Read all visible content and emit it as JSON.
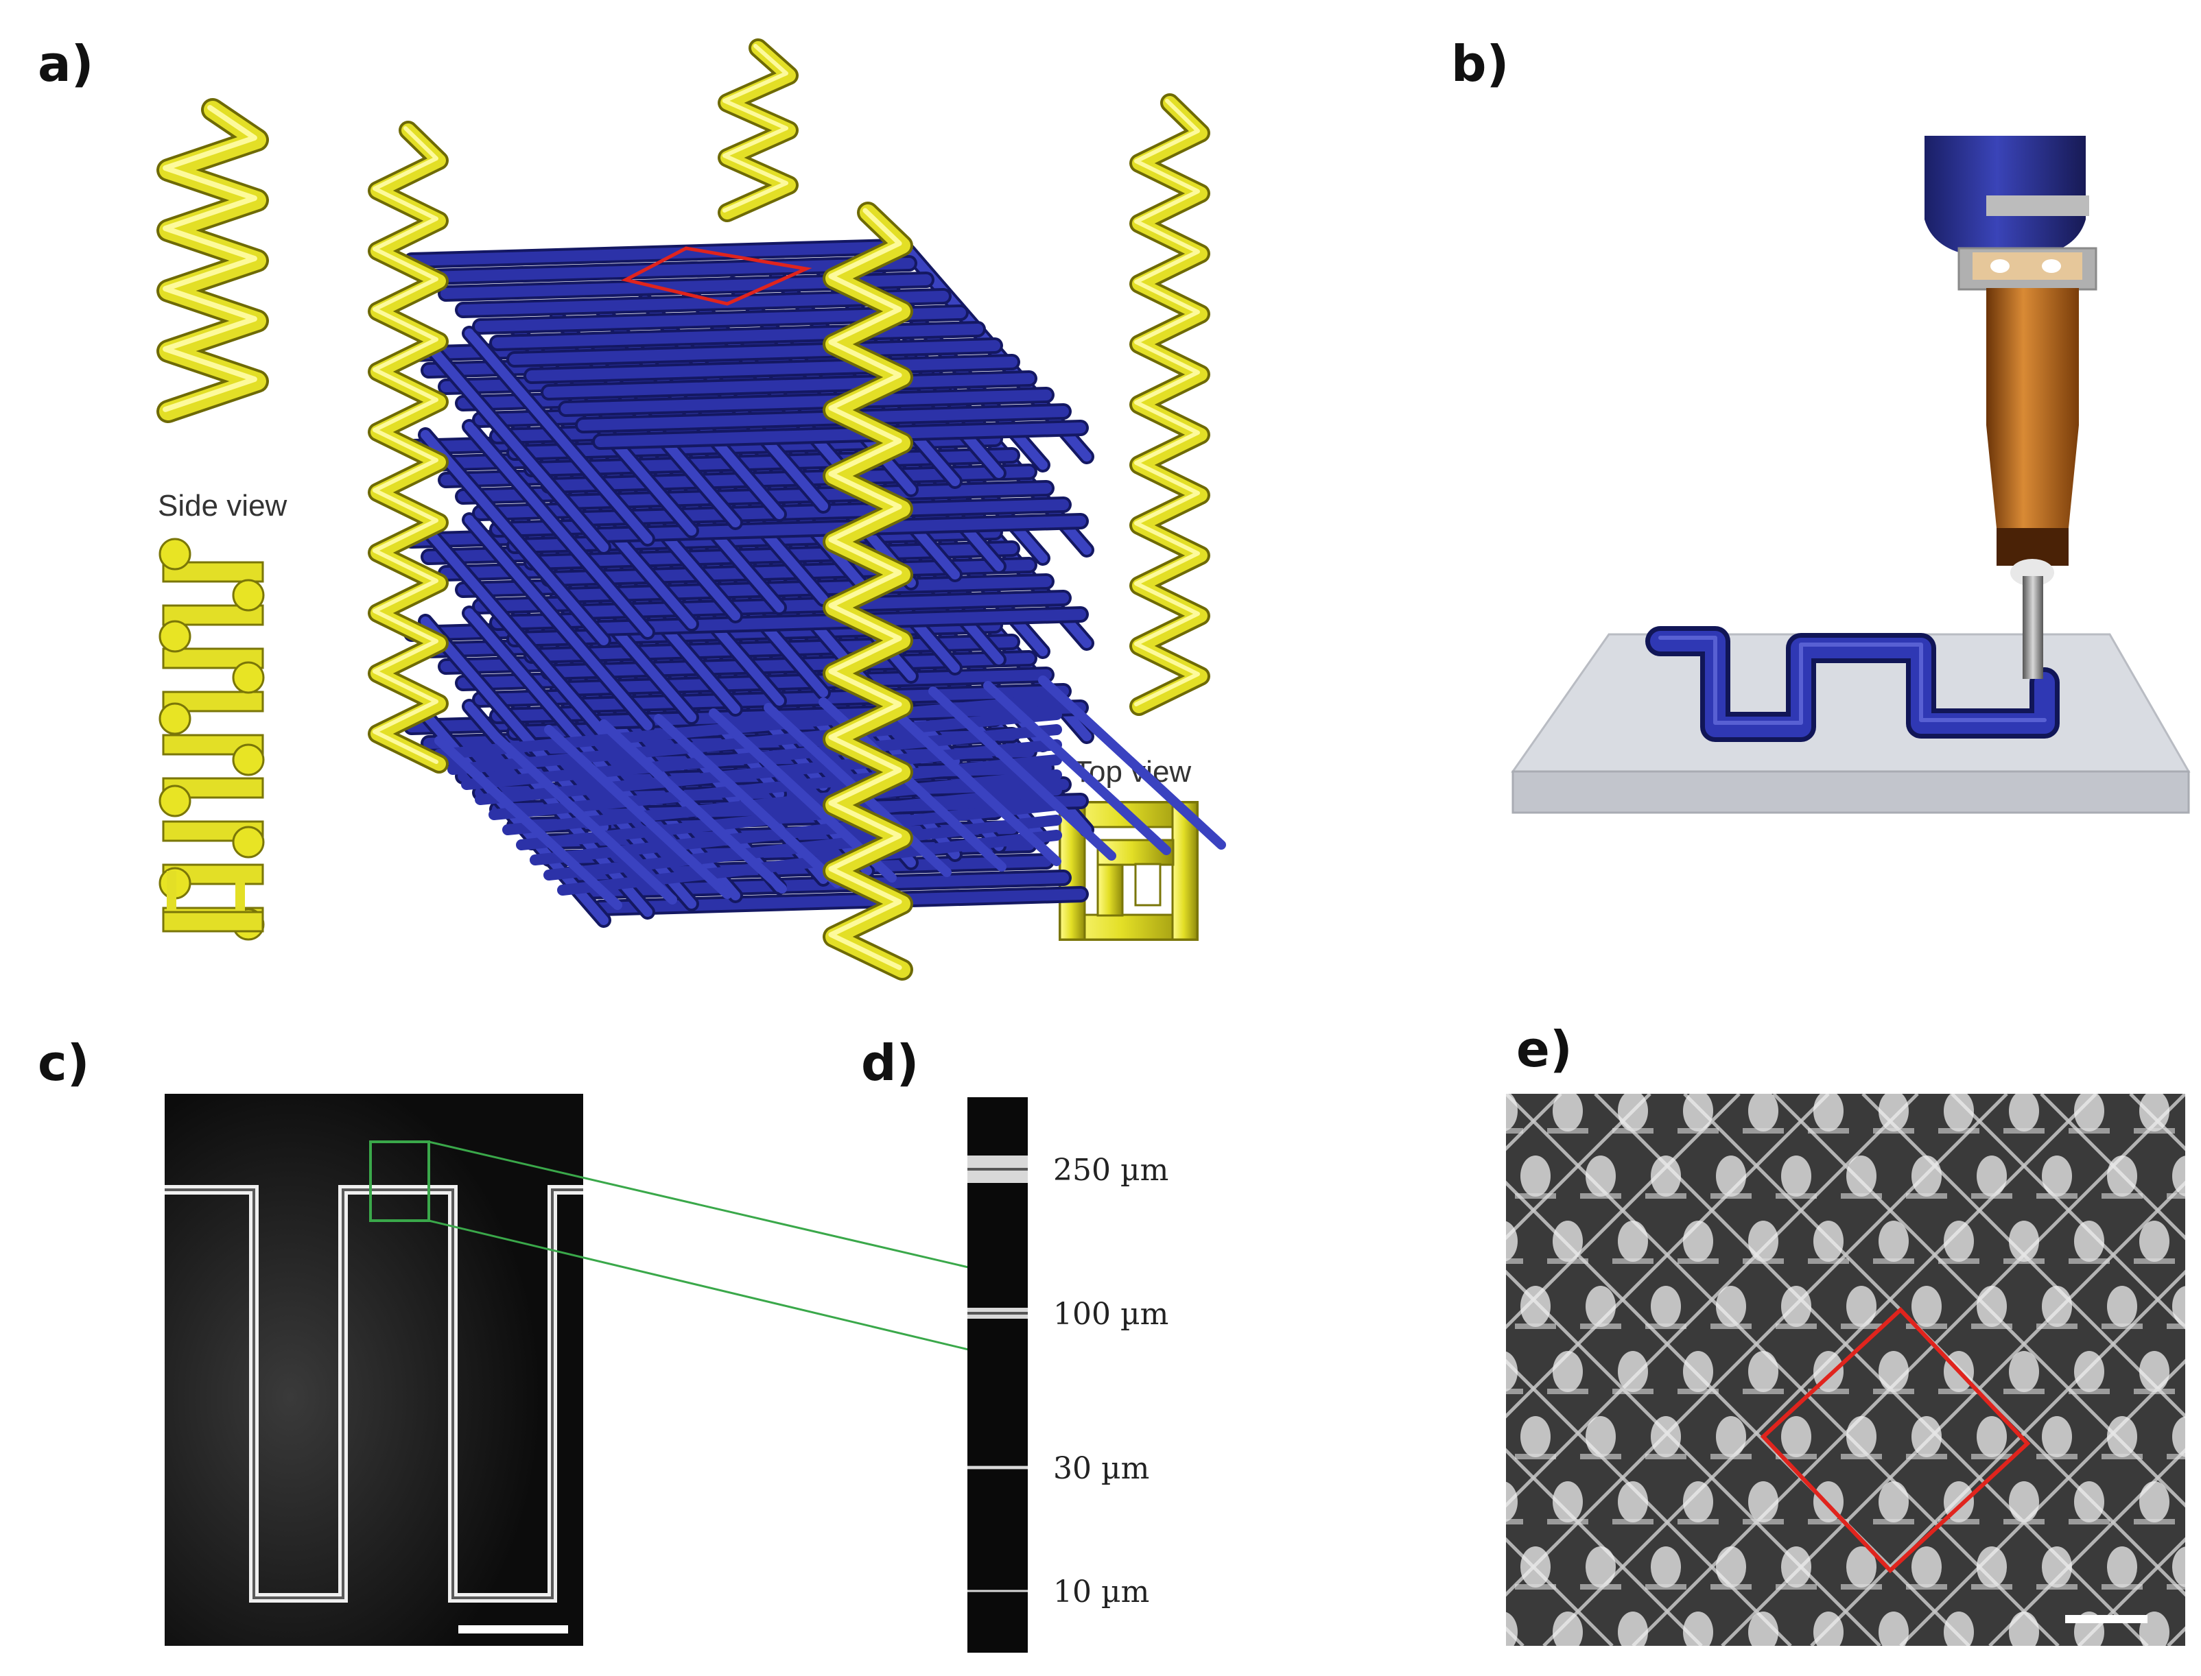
{
  "panels": {
    "a": {
      "label": "a)",
      "side_view_label": "Side view",
      "top_view_label": "Top view"
    },
    "b": {
      "label": "b)"
    },
    "c": {
      "label": "c)"
    },
    "d": {
      "label": "d)",
      "widths": [
        {
          "text": "250 µm",
          "value": 250
        },
        {
          "text": "100 µm",
          "value": 100
        },
        {
          "text": "30 µm",
          "value": 30
        },
        {
          "text": "10 µm",
          "value": 10
        }
      ]
    },
    "e": {
      "label": "e)"
    }
  },
  "colors": {
    "lattice_blue": "#2a2f9e",
    "helix_yellow": "#e3df26",
    "highlight_red": "#e0241d",
    "zoom_green": "#3aa84a",
    "nozzle_orange": "#c8701f",
    "substrate_gray": "#d9dce2"
  }
}
